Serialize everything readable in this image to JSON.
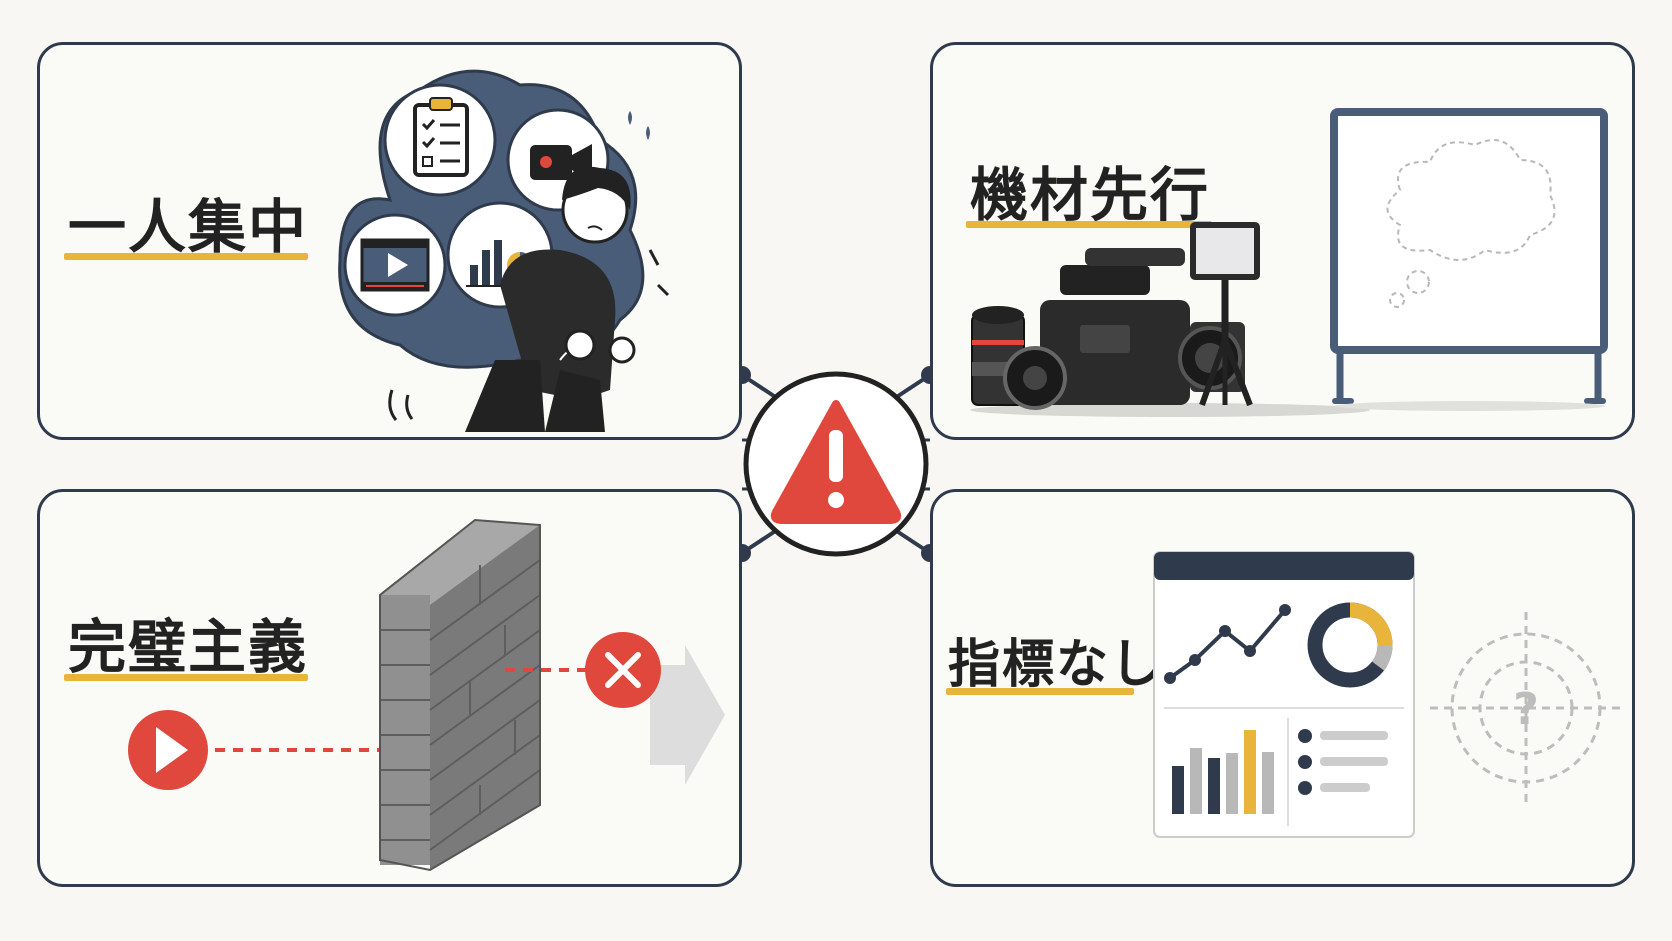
{
  "panels": {
    "top_left": {
      "label": "一人集中"
    },
    "top_right": {
      "label": "機材先行"
    },
    "bottom_left": {
      "label": "完璧主義"
    },
    "bottom_right": {
      "label": "指標なし"
    }
  },
  "icons": {
    "center": "warning-icon",
    "top_left": [
      "person-carrying-load-icon",
      "checklist-icon",
      "video-camera-icon",
      "film-play-icon",
      "bar-pie-chart-icon"
    ],
    "top_right": [
      "camera-lens-icon",
      "camcorder-icon",
      "led-light-on-tripod-icon",
      "blank-whiteboard-icon",
      "thought-cloud-icon"
    ],
    "bottom_left": [
      "play-button-icon",
      "brick-wall-icon",
      "x-circle-icon",
      "arrow-right-icon"
    ],
    "bottom_right": [
      "dashboard-icon",
      "line-chart-icon",
      "donut-chart-icon",
      "bar-chart-icon",
      "list-icon",
      "target-question-icon"
    ]
  },
  "colors": {
    "navy": "#2f3b4c",
    "accent_yellow": "#e8b43a",
    "warning_red": "#e0483e",
    "bubble_blue": "#4a5d78"
  }
}
